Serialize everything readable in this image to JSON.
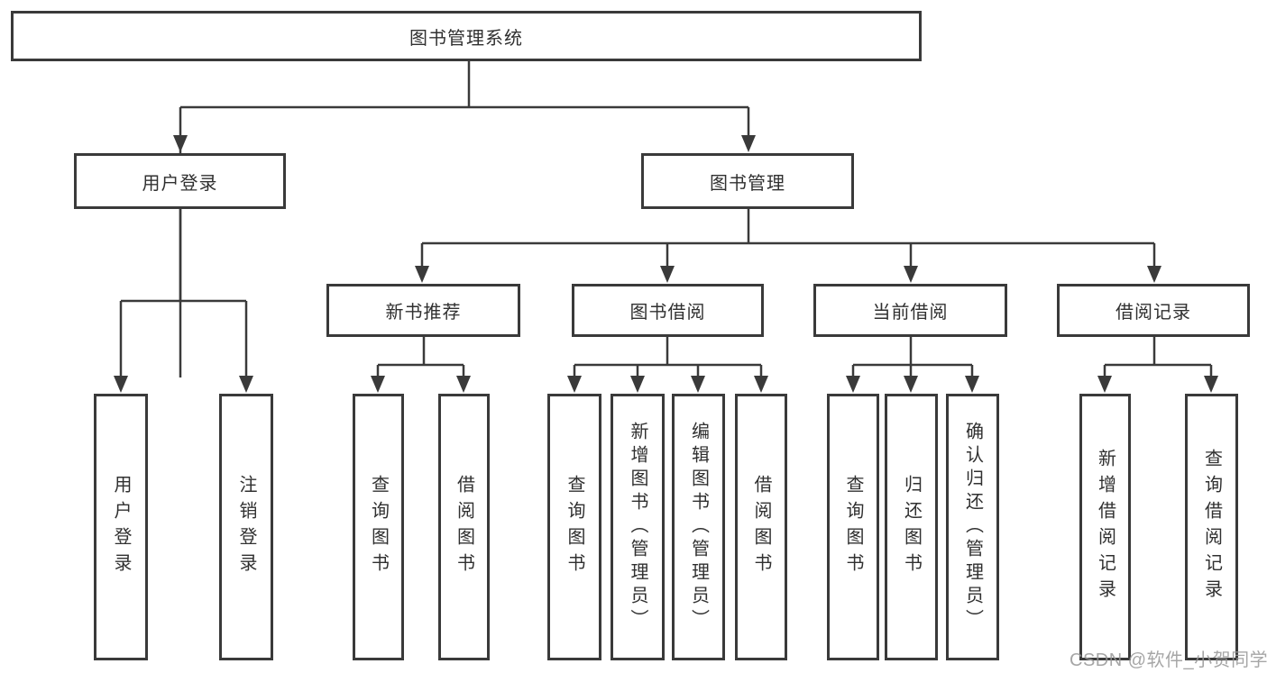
{
  "diagram": {
    "title_node": {
      "label": "图书管理系统"
    },
    "level2": [
      {
        "label": "用户登录"
      },
      {
        "label": "图书管理"
      }
    ],
    "level3": [
      {
        "label": "新书推荐"
      },
      {
        "label": "图书借阅"
      },
      {
        "label": "当前借阅"
      },
      {
        "label": "借阅记录"
      }
    ],
    "leaves": [
      {
        "label": "用户登录",
        "parent": "用户登录"
      },
      {
        "label": "注销登录",
        "parent": "用户登录"
      },
      {
        "label": "查询图书",
        "parent": "新书推荐"
      },
      {
        "label": "借阅图书",
        "parent": "新书推荐"
      },
      {
        "label": "查询图书",
        "parent": "图书借阅"
      },
      {
        "label": "新增图书（管理员）",
        "parent": "图书借阅"
      },
      {
        "label": "编辑图书（管理员）",
        "parent": "图书借阅"
      },
      {
        "label": "借阅图书",
        "parent": "图书借阅"
      },
      {
        "label": "查询图书",
        "parent": "当前借阅"
      },
      {
        "label": "归还图书",
        "parent": "当前借阅"
      },
      {
        "label": "确认归还（管理员）",
        "parent": "当前借阅"
      },
      {
        "label": "新增借阅记录",
        "parent": "借阅记录"
      },
      {
        "label": "查询借阅记录",
        "parent": "借阅记录"
      }
    ]
  },
  "colors": {
    "line": "#3a3a3a",
    "text": "#303030",
    "watermark": "#969696"
  },
  "watermark": {
    "text": "CSDN @软件_小贺同学"
  }
}
